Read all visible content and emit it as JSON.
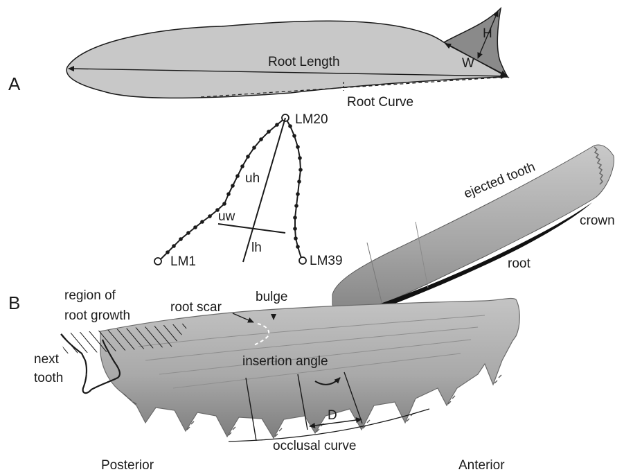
{
  "panel_a": {
    "letter": "A",
    "root_length": "Root Length",
    "root_curve": "Root Curve",
    "height": "H",
    "width": "W",
    "landmarks": {
      "lm20": "LM20",
      "lm1": "LM1",
      "lm39": "LM39",
      "uh": "uh",
      "uw": "uw",
      "lh": "lh"
    }
  },
  "panel_b": {
    "letter": "B",
    "ejected_tooth": "ejected tooth",
    "crown": "crown",
    "root": "root",
    "region_of_root_growth_line1": "region of",
    "region_of_root_growth_line2": "root growth",
    "root_scar": "root scar",
    "bulge": "bulge",
    "next_tooth_line1": "next",
    "next_tooth_line2": "tooth",
    "insertion_angle": "insertion angle",
    "d": "D",
    "occlusal_curve": "occlusal curve",
    "posterior": "Posterior",
    "anterior": "Anterior"
  },
  "colors": {
    "root_fill": "#c8c8c8",
    "crown_fill": "#8a8a8a",
    "stroke": "#1a1a1a",
    "bone_light": "#b9b9b9",
    "bone_dark": "#8e8e8e"
  }
}
